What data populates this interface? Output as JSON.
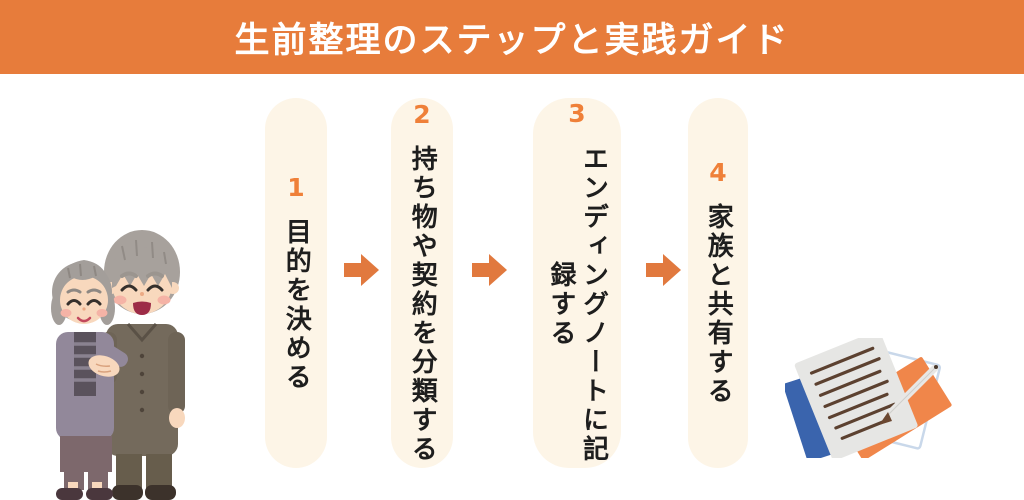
{
  "header": {
    "title": "生前整理のステップと実践ガイド"
  },
  "steps": [
    {
      "number": "1",
      "label": "目的を決める"
    },
    {
      "number": "2",
      "label": "持ち物や契約を分類する"
    },
    {
      "number": "3",
      "label": "エンディングノートに記録する"
    },
    {
      "number": "4",
      "label": "家族と共有する"
    }
  ],
  "colors": {
    "header_bg": "#E77C3B",
    "card_bg": "#FDF5E7",
    "step_number": "#EF8039",
    "arrow": "#E1793E",
    "text": "#1E1E1E",
    "background": "#FFFFFF",
    "doc_blue": "#3A64AD",
    "doc_orange": "#F0864A",
    "doc_gray": "#E6E6E4",
    "doc_line": "#5C4130"
  },
  "illustrations": {
    "left": "elderly-couple",
    "right": "documents-and-pen"
  }
}
